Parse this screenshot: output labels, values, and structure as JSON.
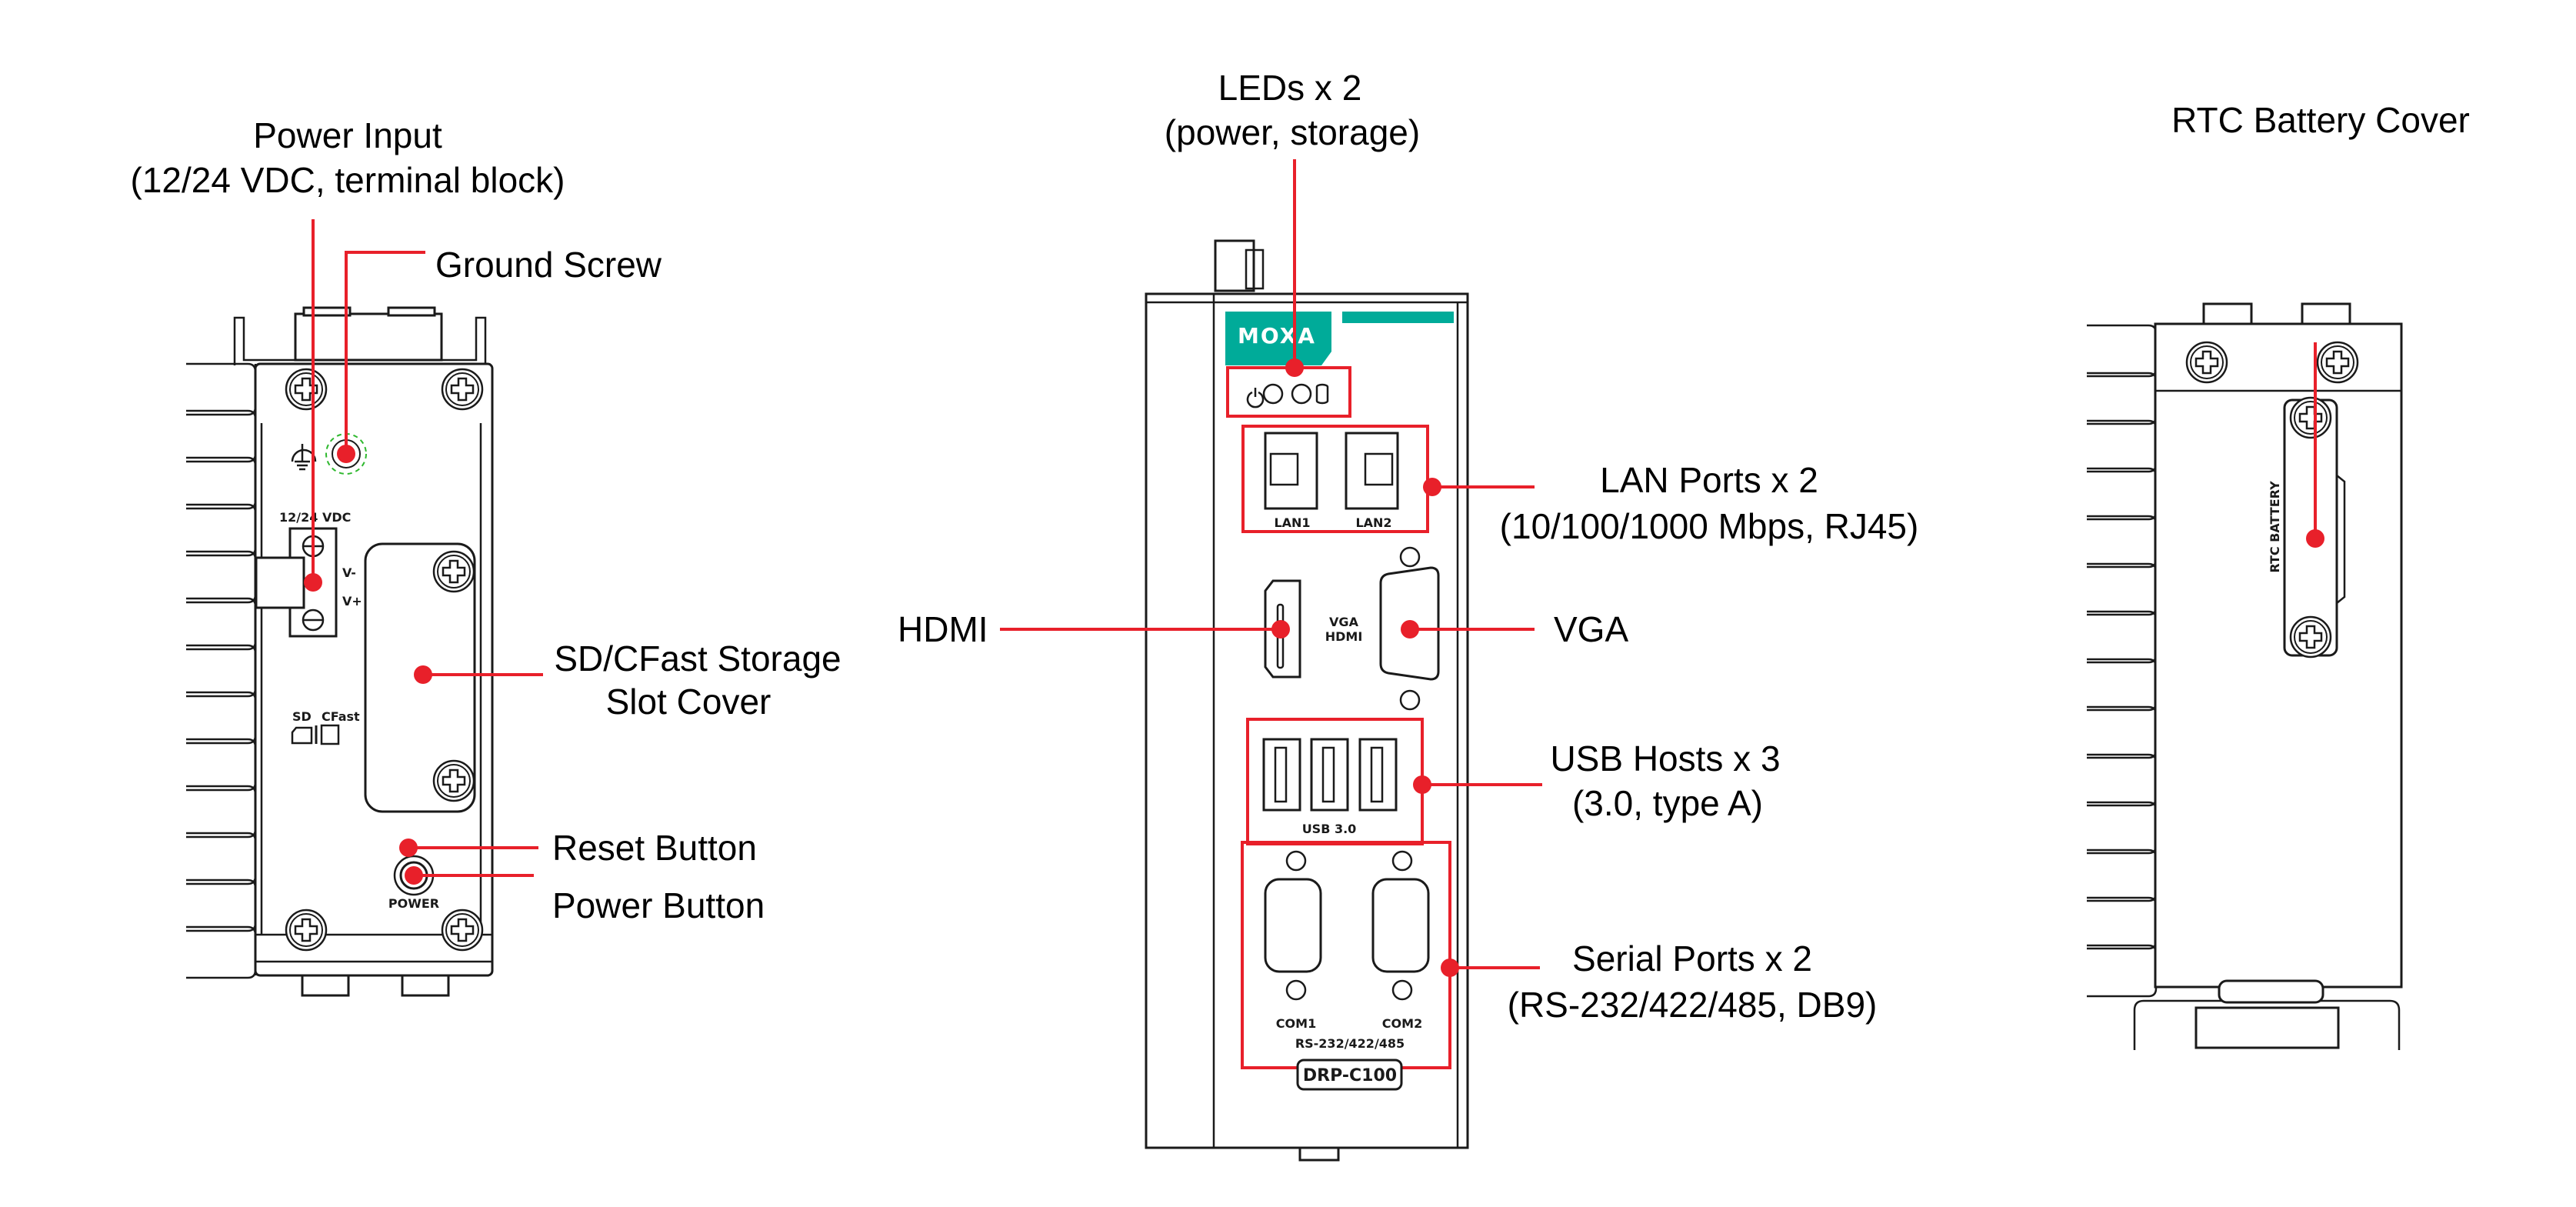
{
  "diagram": {
    "accent_color": "#e8202a",
    "brand_color": "#00ab99",
    "left_view": {
      "name": "top-panel",
      "callouts": [
        {
          "id": "power-input",
          "lines": [
            "Power Input",
            "(12/24 VDC, terminal block)"
          ]
        },
        {
          "id": "ground-screw",
          "lines": [
            "Ground Screw"
          ]
        },
        {
          "id": "storage-slot-cover",
          "lines": [
            "SD/CFast Storage",
            "Slot Cover"
          ]
        },
        {
          "id": "reset-button",
          "lines": [
            "Reset Button"
          ]
        },
        {
          "id": "power-button",
          "lines": [
            "Power Button"
          ]
        }
      ],
      "printed_text": {
        "voltage": "12/24 VDC",
        "v_minus": "V-",
        "v_plus": "V+",
        "sd": "SD",
        "cfast": "CFast",
        "power": "POWER"
      }
    },
    "center_view": {
      "name": "front-panel",
      "callouts": [
        {
          "id": "leds",
          "lines": [
            "LEDs x 2",
            "(power, storage)"
          ]
        },
        {
          "id": "lan-ports",
          "lines": [
            "LAN Ports x 2",
            "(10/100/1000 Mbps, RJ45)"
          ]
        },
        {
          "id": "hdmi",
          "lines": [
            "HDMI"
          ]
        },
        {
          "id": "vga",
          "lines": [
            "VGA"
          ]
        },
        {
          "id": "usb-hosts",
          "lines": [
            "USB Hosts x 3",
            "(3.0, type A)"
          ]
        },
        {
          "id": "serial-ports",
          "lines": [
            "Serial Ports x 2",
            "(RS-232/422/485, DB9)"
          ]
        }
      ],
      "printed_text": {
        "brand": "MOXA",
        "lan1": "LAN1",
        "lan2": "LAN2",
        "vga": "VGA",
        "hdmi": "HDMI",
        "usb": "USB 3.0",
        "com1": "COM1",
        "com2": "COM2",
        "serial": "RS-232/422/485",
        "model": "DRP-C100"
      }
    },
    "right_view": {
      "name": "bottom-panel",
      "callouts": [
        {
          "id": "rtc-battery-cover",
          "lines": [
            "RTC Battery Cover"
          ]
        }
      ],
      "printed_text": {
        "rtc": "RTC BATTERY"
      }
    }
  }
}
